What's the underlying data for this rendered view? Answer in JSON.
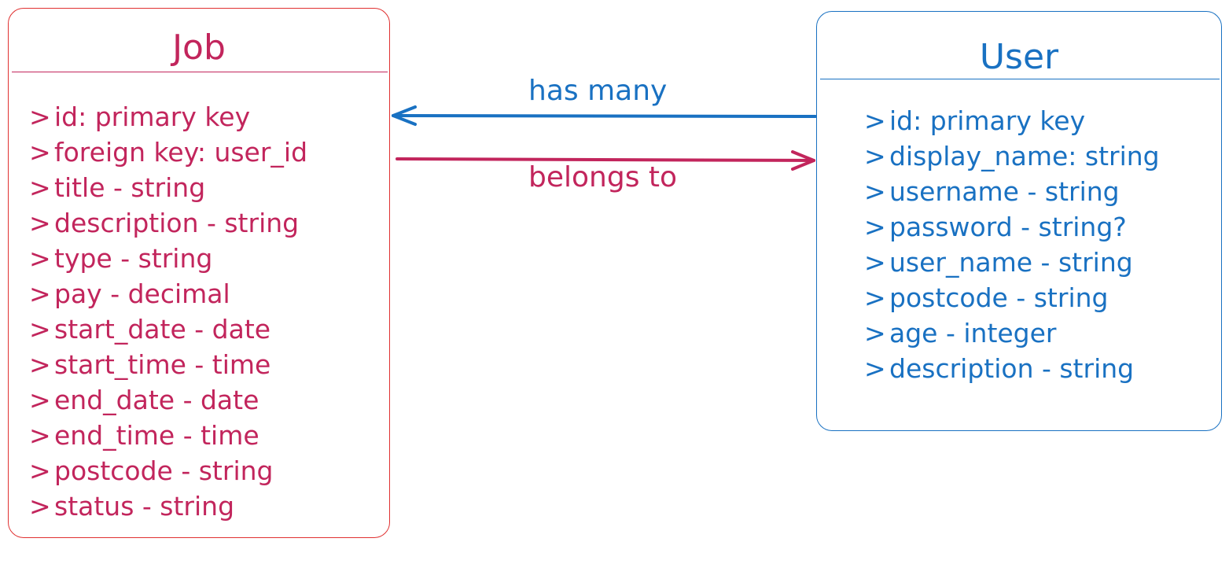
{
  "colors": {
    "job": "#c2255c",
    "job_border": "#e03131",
    "user": "#1971c2"
  },
  "icons": {
    "field_marker": ">"
  },
  "job": {
    "title": "Job",
    "fields": [
      "id: primary key",
      "foreign key: user_id",
      "title - string",
      "description - string",
      "type - string",
      "pay - decimal",
      "start_date - date",
      "start_time - time",
      "end_date - date",
      "end_time - time",
      "postcode - string",
      "status - string"
    ]
  },
  "user": {
    "title": "User",
    "fields": [
      "id: primary key",
      "display_name: string",
      "username - string",
      "password - string?",
      "user_name - string",
      "postcode - string",
      "age - integer",
      "description - string"
    ]
  },
  "relations": {
    "has_many": "has many",
    "belongs_to": "belongs to"
  }
}
